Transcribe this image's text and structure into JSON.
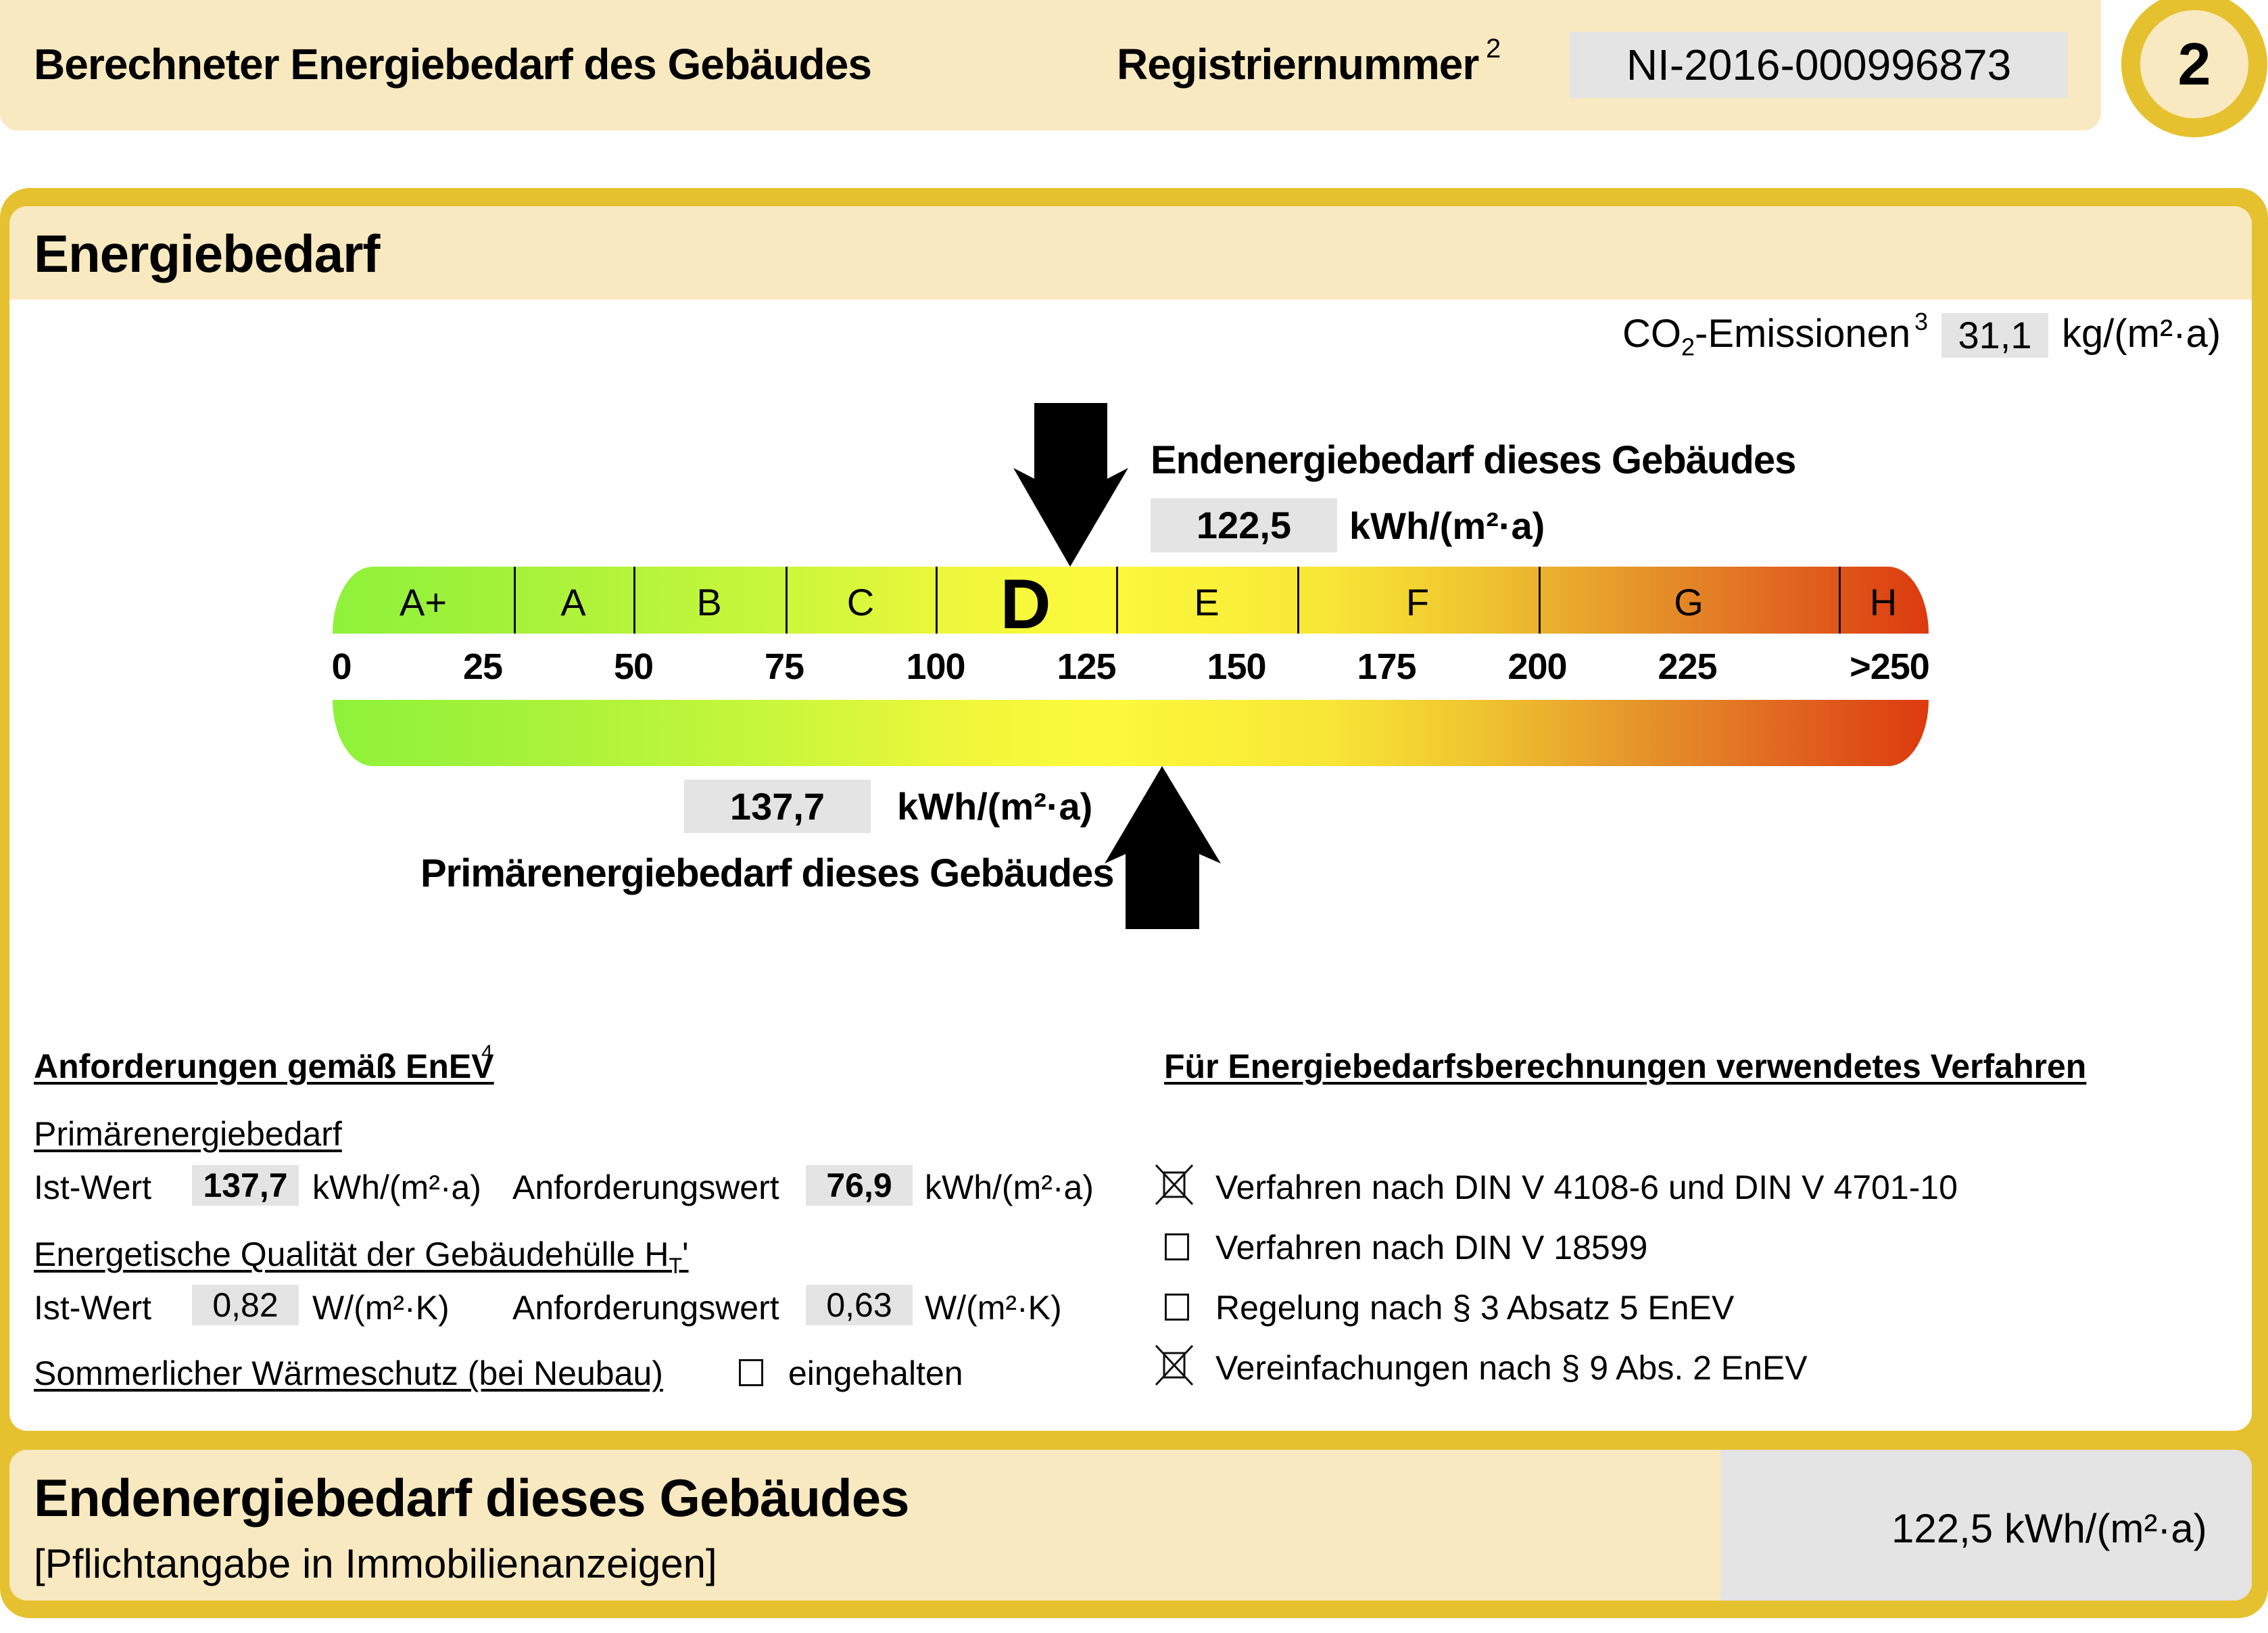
{
  "header": {
    "title": "Berechneter Energiebedarf des Gebäudes",
    "registration_label": "Registriernummer",
    "registration_footnote": "2",
    "registration_number": "NI-2016-000996873",
    "page_number": "2"
  },
  "section": {
    "title": "Energiebedarf",
    "co2": {
      "label_prefix": "CO",
      "label_sub": "2",
      "label_suffix": "-Emissionen",
      "footnote": "3",
      "value": "31,1",
      "unit": "kg/(m²·a)"
    }
  },
  "scale": {
    "classes": [
      {
        "label": "A+",
        "active": false
      },
      {
        "label": "A",
        "active": false
      },
      {
        "label": "B",
        "active": false
      },
      {
        "label": "C",
        "active": false
      },
      {
        "label": "D",
        "active": true
      },
      {
        "label": "E",
        "active": false
      },
      {
        "label": "F",
        "active": false
      },
      {
        "label": "G",
        "active": false
      },
      {
        "label": "H",
        "active": false
      }
    ],
    "ticks": [
      "0",
      "25",
      "50",
      "75",
      "100",
      "125",
      "150",
      "175",
      "200",
      "225",
      ">250"
    ],
    "active_class": "D",
    "end_energy": {
      "label": "Endenergiebedarf dieses Gebäudes",
      "value": "122,5",
      "value_numeric": 122.5,
      "unit": "kWh/(m²·a)"
    },
    "primary_energy": {
      "label": "Primärenergiebedarf dieses Gebäudes",
      "value": "137,7",
      "value_numeric": 137.7,
      "unit": "kWh/(m²·a)"
    }
  },
  "requirements": {
    "title": "Anforderungen gemäß EnEV",
    "footnote": "4",
    "primary": {
      "heading": "Primärenergiebedarf",
      "actual_label": "Ist-Wert",
      "actual_value": "137,7",
      "actual_unit": "kWh/(m²·a)",
      "required_label": "Anforderungswert",
      "required_value": "76,9",
      "required_unit": "kWh/(m²·a)"
    },
    "envelope": {
      "heading_prefix": "Energetische Qualität der Gebäudehülle H",
      "heading_sub": "T",
      "heading_suffix": "'",
      "actual_label": "Ist-Wert",
      "actual_value": "0,82",
      "actual_unit": "W/(m²·K)",
      "required_label": "Anforderungswert",
      "required_value": "0,63",
      "required_unit": "W/(m²·K)"
    },
    "summer": {
      "heading": "Sommerlicher Wärmeschutz (bei Neubau)",
      "checkbox_label": "eingehalten",
      "checked": false
    }
  },
  "procedure": {
    "title": "Für Energiebedarfsberechnungen verwendetes Verfahren",
    "options": [
      {
        "label": "Verfahren nach DIN V 4108-6 und DIN V 4701-10",
        "checked": true
      },
      {
        "label": "Verfahren nach DIN V 18599",
        "checked": false
      },
      {
        "label": "Regelung nach § 3 Absatz 5 EnEV",
        "checked": false
      },
      {
        "label": "Vereinfachungen nach § 9 Abs. 2 EnEV",
        "checked": true
      }
    ]
  },
  "summary": {
    "title": "Endenergiebedarf dieses Gebäudes",
    "subtitle": "[Pflichtangabe in Immobilienanzeigen]",
    "value": "122,5 kWh/(m²·a)"
  },
  "colors": {
    "frame_gold": "#e6c12f",
    "cream": "#f8e9c0",
    "value_grey": "#e4e4e4",
    "scale_start_green": "#8ef23a",
    "scale_mid_yellow": "#fcfa3c",
    "scale_end_red": "#dc3a0e"
  }
}
